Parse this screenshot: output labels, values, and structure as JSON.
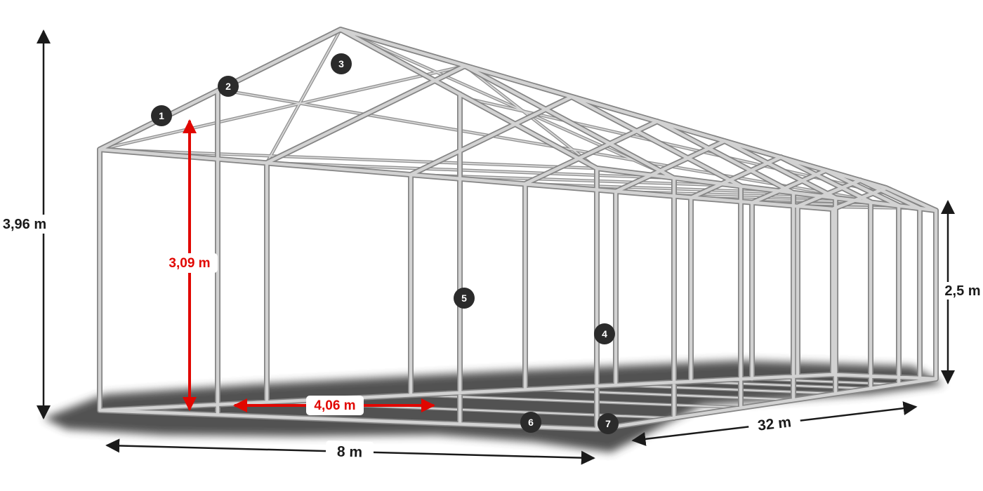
{
  "diagram": {
    "dims": {
      "ridge_height": "3,96 m",
      "side_height": "2,5 m",
      "width": "8 m",
      "length": "32 m",
      "entrance_height": "3,09 m",
      "entrance_width": "4,06 m"
    },
    "markers": [
      {
        "n": "1"
      },
      {
        "n": "2"
      },
      {
        "n": "3"
      },
      {
        "n": "4"
      },
      {
        "n": "5"
      },
      {
        "n": "6"
      },
      {
        "n": "7"
      }
    ],
    "colors": {
      "dimension_arrow": "#1a1a1a",
      "highlight_arrow": "#e10600",
      "frame_light": "#d2d2d2",
      "frame_dark": "#8a8a8a",
      "marker_bg": "#2b2b2b",
      "background": "#ffffff"
    }
  }
}
